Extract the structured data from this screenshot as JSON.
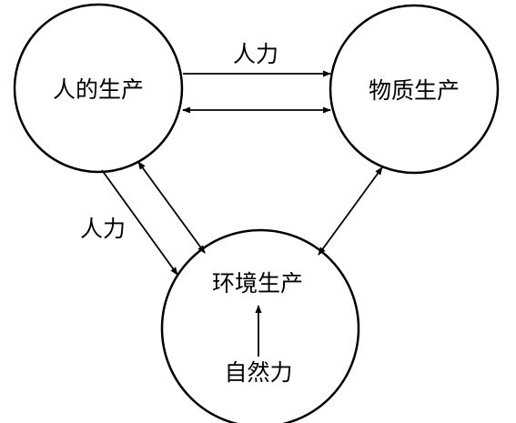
{
  "nodes": {
    "human": {
      "label": "人的生产"
    },
    "material": {
      "label": "物质生产"
    },
    "environment": {
      "label": "环境生产"
    }
  },
  "edge_labels": {
    "human_to_material": "人力",
    "human_to_environment": "人力",
    "nature_force": "自然力"
  },
  "edges": [
    {
      "from": "人的生产",
      "to": "物质生产",
      "label": "人力",
      "direction": "one-way"
    },
    {
      "from": "人的生产",
      "to": "物质生产",
      "direction": "two-way"
    },
    {
      "from": "人的生产",
      "to": "环境生产",
      "label": "人力",
      "direction": "one-way"
    },
    {
      "from": "人的生产",
      "to": "环境生产",
      "direction": "two-way"
    },
    {
      "from": "物质生产",
      "to": "环境生产",
      "direction": "two-way"
    },
    {
      "from": "自然力",
      "to": "环境生产",
      "direction": "one-way"
    }
  ]
}
